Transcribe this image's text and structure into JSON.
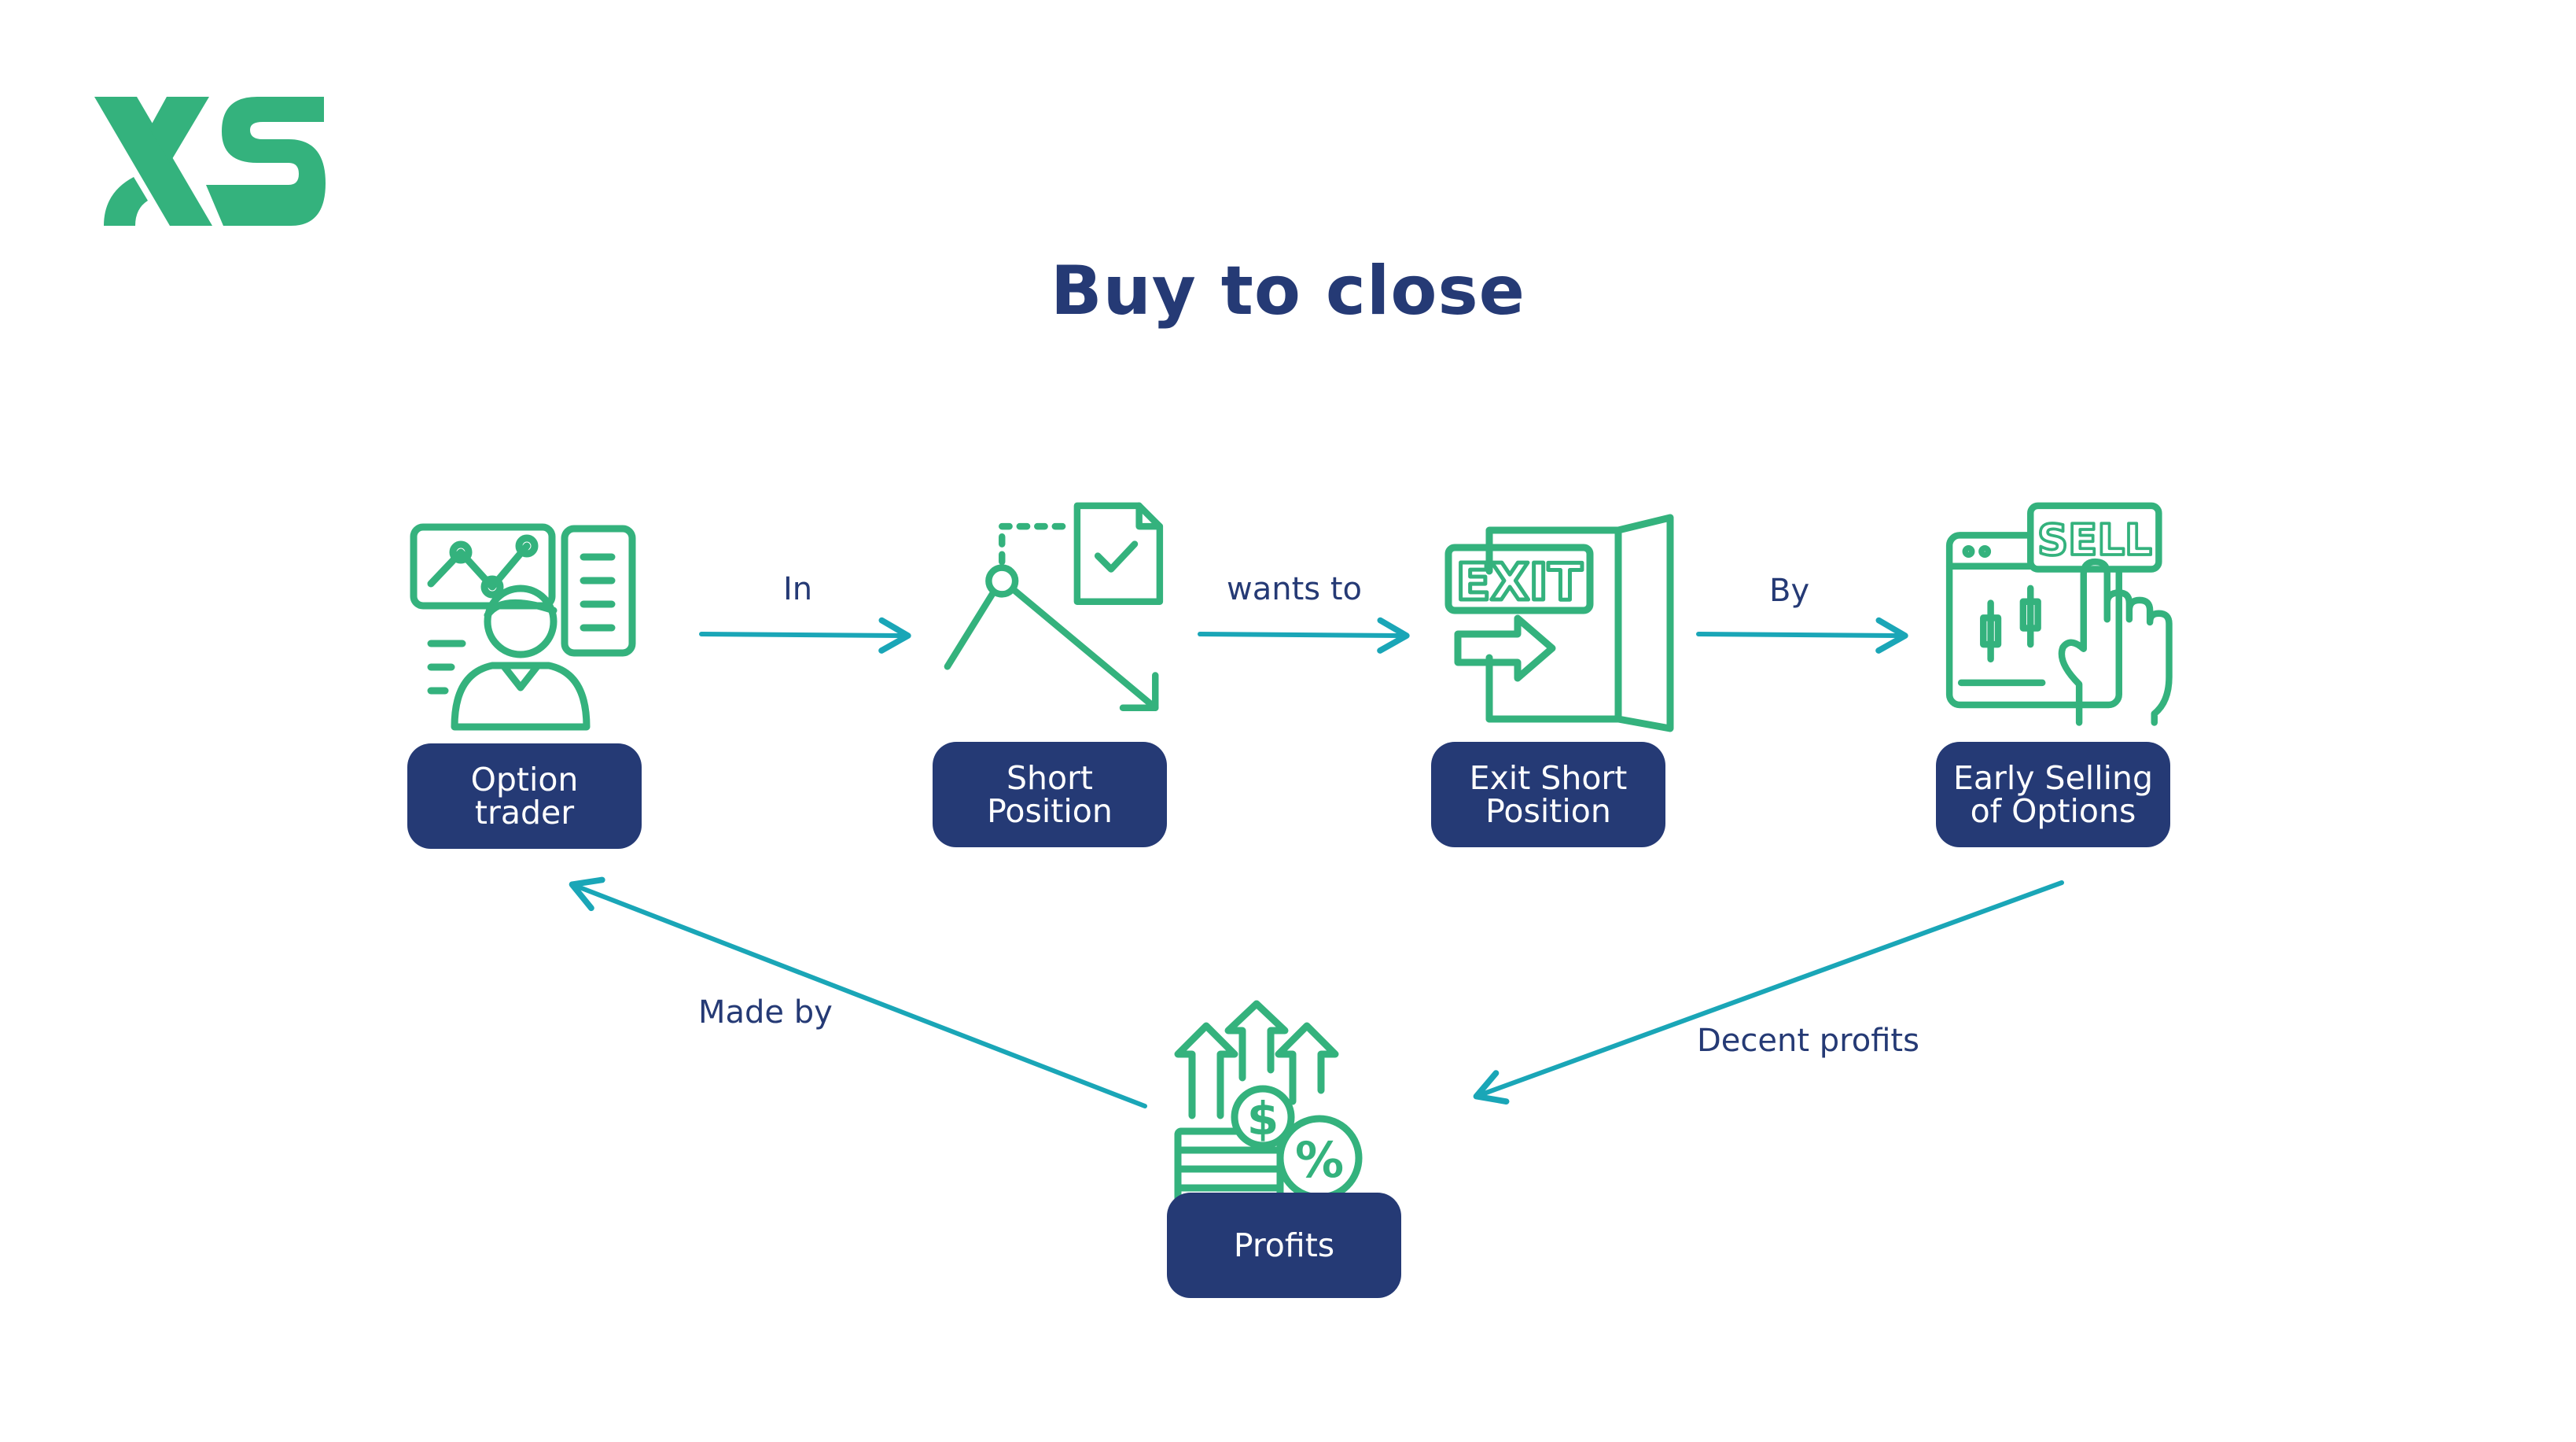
{
  "brand": {
    "logo_text": "XS",
    "logo_color": "#34b27d"
  },
  "title": "Buy to close",
  "colors": {
    "title": "#253a75",
    "box": "#253a75",
    "icon": "#34b27d",
    "arrow": "#1aa6b7",
    "label": "#253a75"
  },
  "nodes": [
    {
      "id": "option-trader",
      "icon": "trader-chart-icon",
      "line1": "Option",
      "line2": "trader"
    },
    {
      "id": "short-position",
      "icon": "down-trend-document-icon",
      "line1": "Short",
      "line2": "Position"
    },
    {
      "id": "exit-short-position",
      "icon": "exit-door-icon",
      "line1": "Exit Short",
      "line2": "Position"
    },
    {
      "id": "early-selling",
      "icon": "sell-screen-hand-icon",
      "line1": "Early Selling",
      "line2": "of Options"
    },
    {
      "id": "profits",
      "icon": "money-up-arrows-icon",
      "line1": "Profits",
      "line2": ""
    }
  ],
  "edges": [
    {
      "from": "option-trader",
      "to": "short-position",
      "label": "In"
    },
    {
      "from": "short-position",
      "to": "exit-short-position",
      "label": "wants to"
    },
    {
      "from": "exit-short-position",
      "to": "early-selling",
      "label": "By"
    },
    {
      "from": "early-selling",
      "to": "profits",
      "label": "Decent profits"
    },
    {
      "from": "profits",
      "to": "option-trader",
      "label": "Made by"
    }
  ]
}
